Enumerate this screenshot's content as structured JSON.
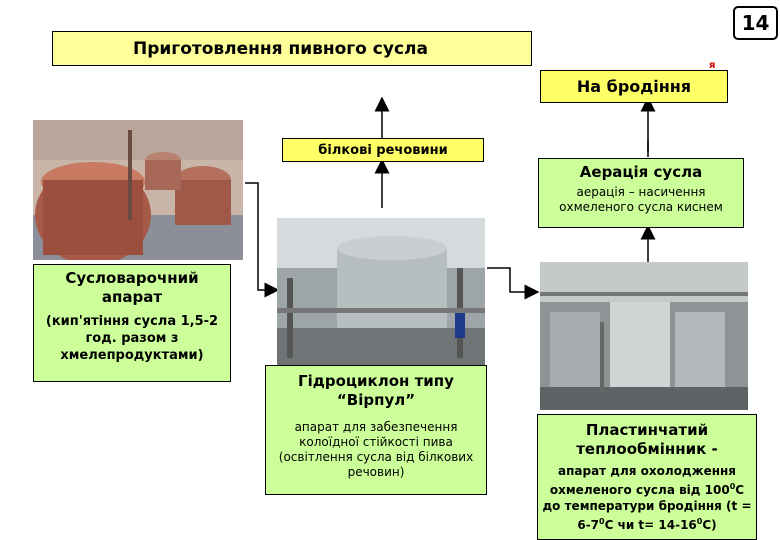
{
  "page_number": "14",
  "title": "Приготовлення пивного сусла",
  "to_fermentation": "На бродіння",
  "proteins": "білкові речовини",
  "aeration": {
    "title": "Аерація сусла",
    "desc": "аерація – насичення охмеленого сусла киснем"
  },
  "wort_boiler": {
    "title": "Сусловарочний апарат",
    "desc": "(кип'ятіння сусла 1,5-2 год. разом з хмелепродуктами)"
  },
  "whirlpool": {
    "title": "Гідроциклон типу “Вірпул”",
    "desc": "апарат для забезпечення колоїдної стійкості пива (освітлення сусла від білкових речовин)"
  },
  "heat_exchanger": {
    "title": "Пластинчатий теплообмінник -",
    "desc_line1": "апарат для охолодження охмеленого сусла від 100",
    "desc_sup1": "0",
    "desc_line1b": "С до температури бродіння (t = 6-7",
    "desc_sup2": "0",
    "desc_line2": "С чи t= 14-16",
    "desc_sup3": "0",
    "desc_line3": "С)"
  },
  "stray_mark": "я",
  "colors": {
    "yellow": "#ffff66",
    "title_bg": "#ffff99",
    "green": "#ccff99"
  }
}
